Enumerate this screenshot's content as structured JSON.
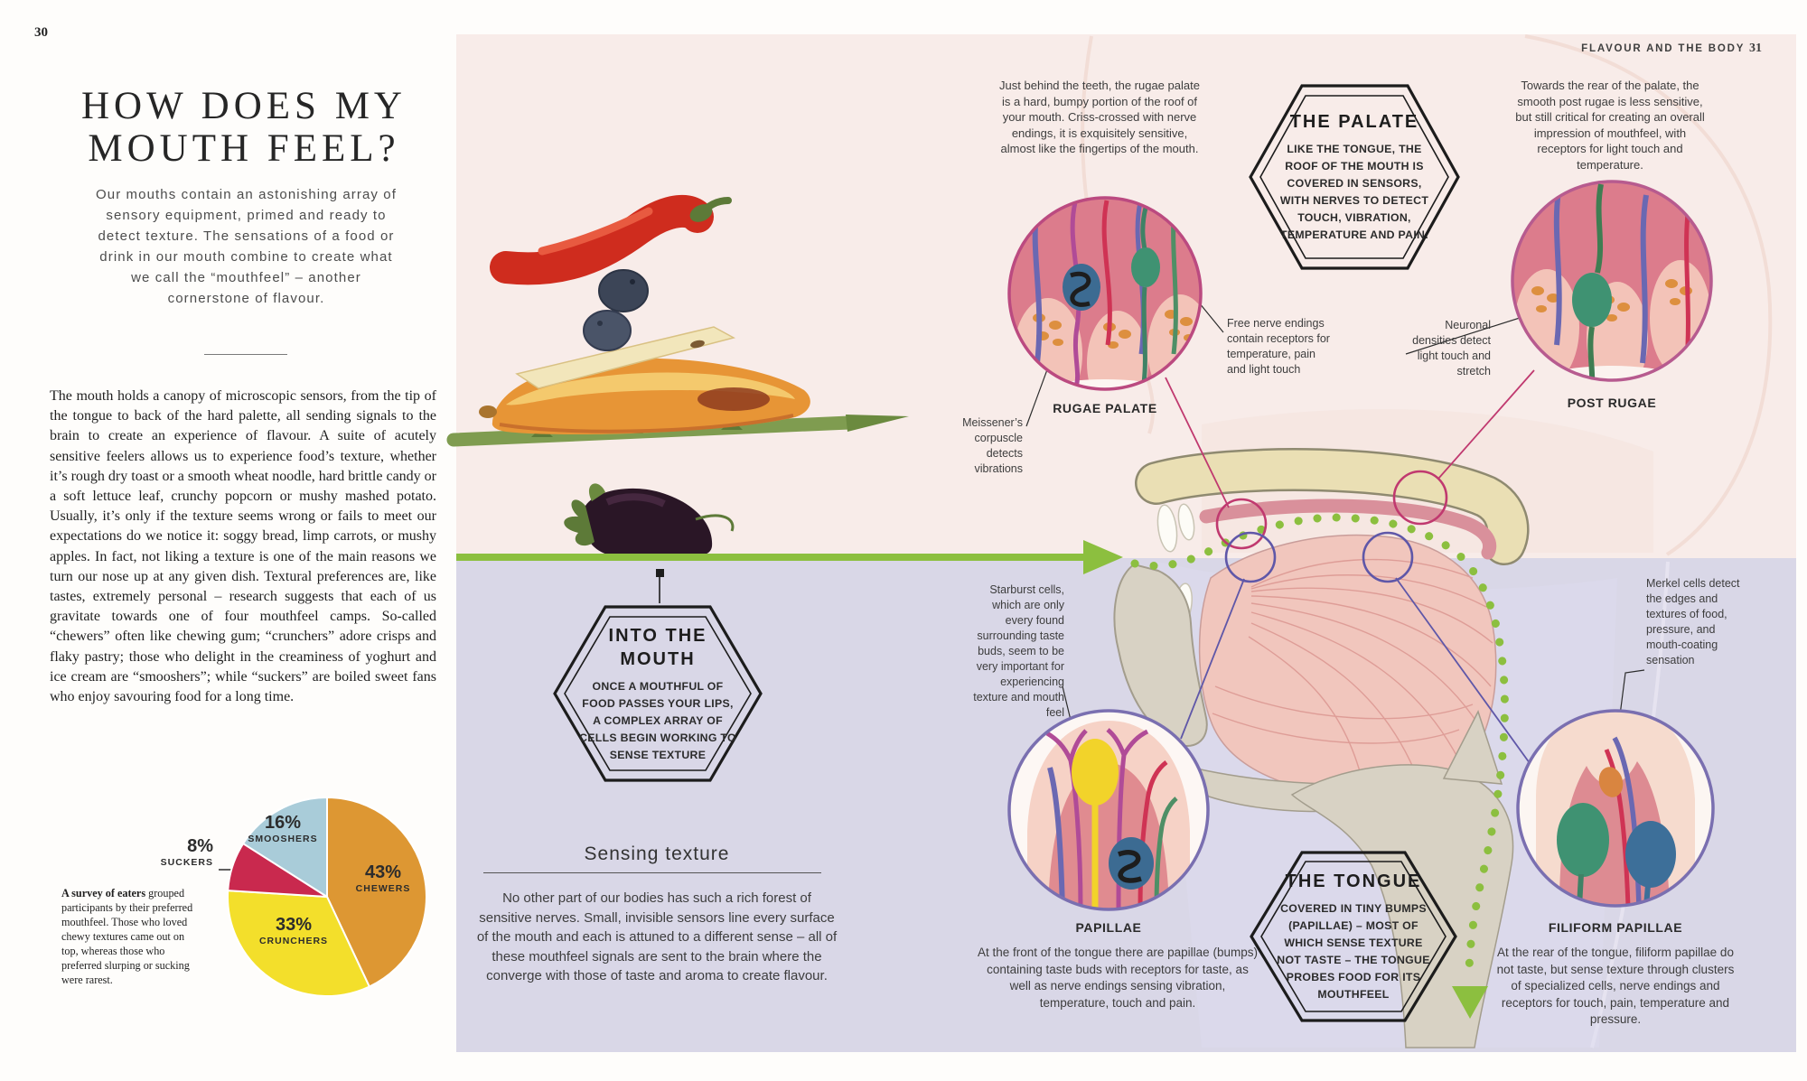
{
  "page": {
    "left_number": "30",
    "right_header": "FLAVOUR AND THE BODY",
    "right_number": "31"
  },
  "left": {
    "title1": "HOW DOES MY",
    "title2": "MOUTH FEEL?",
    "intro": "Our mouths contain an astonishing array of sensory equipment, primed and ready to detect texture. The sensations of a food or drink in our mouth combine to create what we call the “mouthfeel” – another cornerstone of flavour.",
    "body": "The mouth holds a canopy of microscopic sensors, from the tip of the tongue to back of the hard palette, all sending signals to the brain to create an experience of flavour. A suite of acutely sensitive feelers allows us to experience food’s texture, whether it’s rough dry toast or a smooth wheat noodle, hard brittle candy or a soft lettuce leaf, crunchy popcorn or mushy mashed potato. Usually, it’s only if the texture seems wrong or fails to meet our expectations do we notice it: soggy bread, limp carrots, or mushy apples. In fact, not liking a texture is one of the main reasons we turn our nose up at any given dish. Textural preferences are, like tastes, extremely personal – research suggests that each of us gravitate towards one of four mouthfeel camps. So-called “chewers” often like chewing gum; “crunchers” adore crisps and flaky pastry; those who delight in the creaminess of yoghurt and ice cream are “smooshers”; while “suckers” are boiled sweet fans who enjoy savouring food for a long time.",
    "survey_lead": "A survey of eaters",
    "survey_rest": " grouped participants by their preferred mouthfeel. Those who loved chewy textures came out on top, whereas those who preferred slurping or sucking were rarest."
  },
  "chart_data": {
    "type": "pie",
    "title": "A survey of eaters grouped by preferred mouthfeel",
    "categories": [
      "CHEWERS",
      "CRUNCHERS",
      "SUCKERS",
      "SMOOSHERS"
    ],
    "values": [
      43,
      33,
      8,
      16
    ],
    "unit": "%",
    "colors": [
      "#DD9733",
      "#F3DF2B",
      "#C9294E",
      "#A9CCD9"
    ],
    "start_angle_deg": 0,
    "direction": "clockwise",
    "legend_position": "labels-on-slices",
    "labels": [
      {
        "pct": "43%",
        "name": "CHEWERS"
      },
      {
        "pct": "33%",
        "name": "CRUNCHERS"
      },
      {
        "pct": "8%",
        "name": "SUCKERS"
      },
      {
        "pct": "16%",
        "name": "SMOOSHERS"
      }
    ]
  },
  "info": {
    "rugae_intro": "Just behind the teeth, the rugae palate is a hard, bumpy portion of the roof of your mouth. Criss-crossed with nerve endings, it is exquisitely sensitive, almost like the fingertips of the mouth.",
    "palate_hex_title": "THE PALATE",
    "palate_hex_body": "LIKE THE TONGUE, THE ROOF OF THE MOUTH IS COVERED IN SENSORS, WITH NERVES TO DETECT TOUCH, VIBRATION, TEMPERATURE AND PAIN.",
    "post_intro": "Towards the rear of the palate, the smooth post rugae is less sensitive, but still critical for creating an overall impression of mouthfeel, with receptors for light touch and temperature.",
    "free_nerve": "Free nerve endings contain receptors for temperature, pain and light touch",
    "neuronal": "Neuronal densities detect light touch and stretch",
    "meissener": "Meissener’s corpuscle detects vibrations",
    "rugae_caption": "RUGAE PALATE",
    "post_caption": "POST RUGAE",
    "into_title1": "INTO THE",
    "into_title2": "MOUTH",
    "into_body": "ONCE A MOUTHFUL OF FOOD PASSES YOUR LIPS, A COMPLEX ARRAY OF CELLS BEGIN WORKING TO SENSE TEXTURE",
    "sensing_title": "Sensing texture",
    "sensing_body": "No other part of our bodies has such a rich forest of sensitive nerves. Small, invisible sensors line every surface of the mouth and each is attuned to a different sense – all of these mouthfeel signals are sent to the brain where the converge with those of taste and aroma to create flavour.",
    "starburst": "Starburst cells, which are only every found surrounding taste buds, seem to be very important for experiencing texture and mouth feel",
    "merkel": "Merkel cells detect the edges and textures of food, pressure, and mouth-coating sensation",
    "papillae_caption": "PAPILLAE",
    "papillae_body": "At the front of the tongue there are papillae (bumps) containing taste buds with receptors for taste, as well as nerve endings sensing vibration, temperature, touch and pain.",
    "tongue_hex_title": "THE TONGUE",
    "tongue_hex_body": "COVERED IN TINY BUMPS (PAPILLAE) – MOST OF WHICH SENSE TEXTURE NOT TASTE – THE TONGUE PROBES FOOD FOR ITS MOUTHFEEL",
    "filiform_caption": "FILIFORM PAPILLAE",
    "filiform_body": "At the rear of the tongue, filiform papillae do not taste, but sense texture through clusters of specialized cells, nerve endings and receptors for touch, pain, temperature and pressure."
  },
  "colors": {
    "accent_green": "#8CBF3F",
    "panel_top": "#F8ECE9",
    "panel_bottom": "#D9D7E7"
  }
}
